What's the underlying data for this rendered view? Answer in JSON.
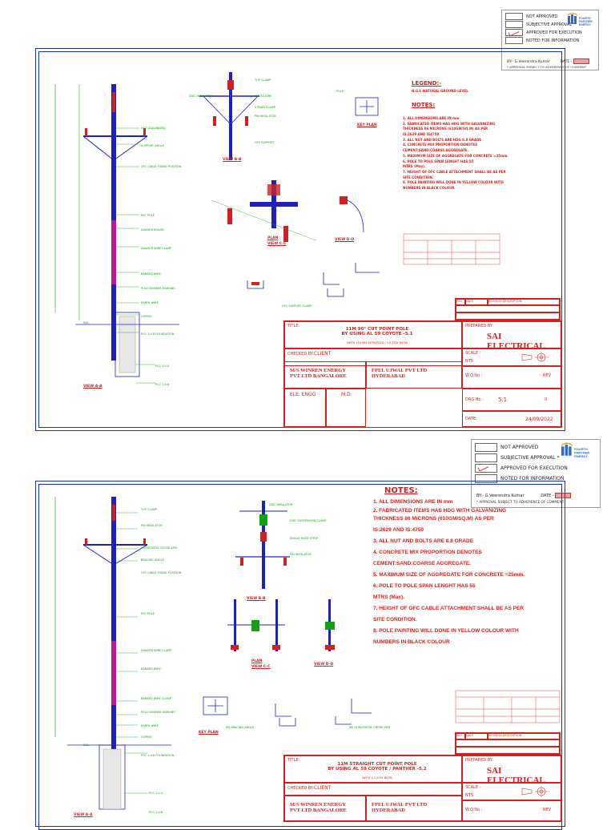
{
  "stamp": {
    "options": [
      "NOT APPROVED",
      "SUBJECTIVE APPROVAL *",
      "APPROVED FOR EXECUTION",
      "NOTED FOR INFORMATION"
    ],
    "by": "BY:- G.Veerendra Kumar",
    "date_label": "DATE -",
    "footnote": "* APPROVAL SUBJECT TO ADHERENCE OF COMMENT",
    "logo_text": "FOURTH PARTNER ENERGY",
    "approved_index": 2
  },
  "sheet1": {
    "legend_title": "LEGEND:-",
    "legend_text": "N.G.L-NATURAL GROUND LEVEL",
    "notes_title": "NOTES:",
    "notes": [
      "1.  ALL DIMENSIONS ARE IN mm",
      "2.  FABRICATED ITEMS HAS HDG WITH GALVANIZING",
      "     THICKNESS 86 MICRONS (610GM/SQ.M) AS PER",
      "     IS:2629 AND IS4759",
      "3.  ALL NUT AND BOLTS ARE HDG 8.8 GRADE",
      "4.  CONCRETE MIX PROPORTION DENOTES",
      "     CEMENT:SAND:COARSE AGGREGATE.",
      "5.  MAXIMUM SIZE OF AGGREGATE FOR CONCRETE =25mm.",
      "6.  POLE TO POLE SPAN LENGHT HAS 55",
      "     MTRS (Max).",
      "7.  HEIGHT OF OFC CABLE ATTACHMENT SHALL BE AS PER",
      "     SITE CONDITION.",
      "8.  POLE PAINTING WILL DONE IN YELLOW COLOUR WITH",
      "     NUMBERS IN BLACK COLOUR"
    ],
    "title_label": "TITLE:",
    "title_lines": [
      "11M 90° CUT POINT POLE",
      "BY USING AL 59 COYOTE -5.1"
    ],
    "title_sub": "(WITH 150 MM BSTM POLE / 3.5 STAY BSTB)",
    "prepared_by_label": "PREPARED BY:",
    "prepared_by": "SAI ELECTRICAL",
    "checked_by_label": "CHECKED BY:",
    "client_label": "CLIENT",
    "client_lines": [
      "M/S WINREN ENERGY",
      "PVT LTD BANGALORE"
    ],
    "contractor_lines": [
      "FPEL UJWAL PVT LTD",
      "HYDERABAD"
    ],
    "sign_row": [
      "ELE. ENGG",
      "M.D"
    ],
    "scale_label": "SCALE :",
    "scale_value": "NTS",
    "wo_label": "W.O.No :",
    "rev_label": "REV",
    "drg_label": "DRG No :",
    "drg_value": "5.1",
    "rev_value": "0",
    "date_label": "DATE:",
    "date_value": "24/09/2022",
    "rev_table_headers": [
      "REV",
      "DATE",
      "REVISION DESCRIPTION"
    ],
    "view_labels": [
      "VIEW A-A",
      "VIEW B-B",
      "PLAN",
      "VIEW C-C",
      "VIEW D-D",
      "KEY PLAN",
      "NGL"
    ]
  },
  "sheet2": {
    "notes_title": "NOTES:",
    "notes": [
      "1.  ALL DIMENSIONS ARE IN mm",
      "2.  FABRICATED ITEMS HAS HDG WITH GALVANIZING",
      "     THICKNESS 86 MICRONS (610GM/SQ.M) AS PER",
      "     IS:2629 AND IS:4759",
      "3.  ALL NUT AND BOLTS ARE 8.8 GRADE",
      "4.  CONCRETE MIX PROPORTION DENOTES",
      "     CEMENT:SAND:COARSE AGGREGATE.",
      "5.  MAXIMUM SIZE OF AGGREGATE FOR CONCRETE =25mm.",
      "6.  POLE TO POLE SPAN LENGHT HAS 55",
      "     MTRS (Max).",
      "7.  HEIGHT OF OFC CABLE ATTACHMENT SHALL BE AS PER",
      "     SITE CONDITION.",
      "8.  POLE PAINTING WILL DONE IN YELLOW COLOUR WITH",
      "     NUMBERS IN BLACK COLOUR"
    ],
    "title_label": "TITLE:",
    "title_lines": [
      "11M STRAIGHT CUT POINT POLE",
      "BY USING AL 59 COYOTE / PANTHER -5.2"
    ],
    "title_sub": "(WITH 3.5 STAY BSTB)",
    "prepared_by_label": "PREPARED BY:",
    "prepared_by": "SAI ELECTRICAL",
    "checked_by_label": "CHECKED BY:",
    "client_label": "CLIENT",
    "client_lines": [
      "M/S WINREN ENERGY",
      "PVT LTD BANGALORE"
    ],
    "contractor_lines": [
      "FPEL UJWAL PVT LTD",
      "HYDERABAD"
    ],
    "scale_label": "SCALE :",
    "scale_value": "NTS",
    "wo_label": "W.O.No :",
    "rev_label": "REV",
    "rev_table_headers": [
      "REV",
      "DATE",
      "REVISION DESCRIPTION"
    ],
    "view_labels": [
      "VIEW A-A",
      "VIEW B-B",
      "PLAN",
      "VIEW C-C",
      "VIEW D-D",
      "KEY PLAN",
      "NGL"
    ]
  },
  "colors": {
    "border": "#1a2bd0",
    "red": "#d02020",
    "green": "#00a000",
    "magenta": "#c01890",
    "pole": "#2020c0"
  }
}
